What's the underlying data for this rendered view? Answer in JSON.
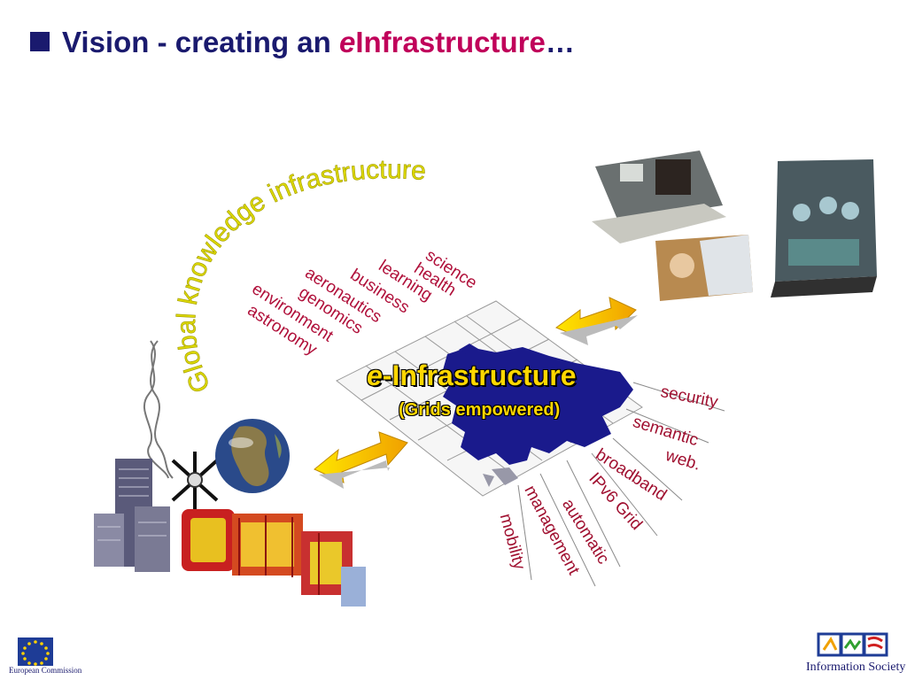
{
  "title": {
    "prefix": "Vision - creating an ",
    "e": "e",
    "infra": "Infrastructure",
    "suffix": "…"
  },
  "arc_text": "Global knowledge infrastructure",
  "domains": [
    "science",
    "health",
    "learning",
    "business",
    "aeronautics",
    "genomics",
    "environment",
    "astronomy"
  ],
  "center": {
    "e": "e",
    "title": "-Infrastructure",
    "subtitle": "(Grids empowered)"
  },
  "technologies": [
    "security",
    "semantic",
    "web.",
    "broadband",
    "IPv6  Grid",
    "automatic",
    "management",
    "mobility"
  ],
  "logos": {
    "european_commission": "European Commission",
    "information_society": "Information Society"
  },
  "colors": {
    "title": "#1a1a6e",
    "accent": "#c0005a",
    "arc": "#d4d000",
    "words": "#b0103a",
    "center_text": "#ffd700",
    "map": "#1a1a8c"
  }
}
